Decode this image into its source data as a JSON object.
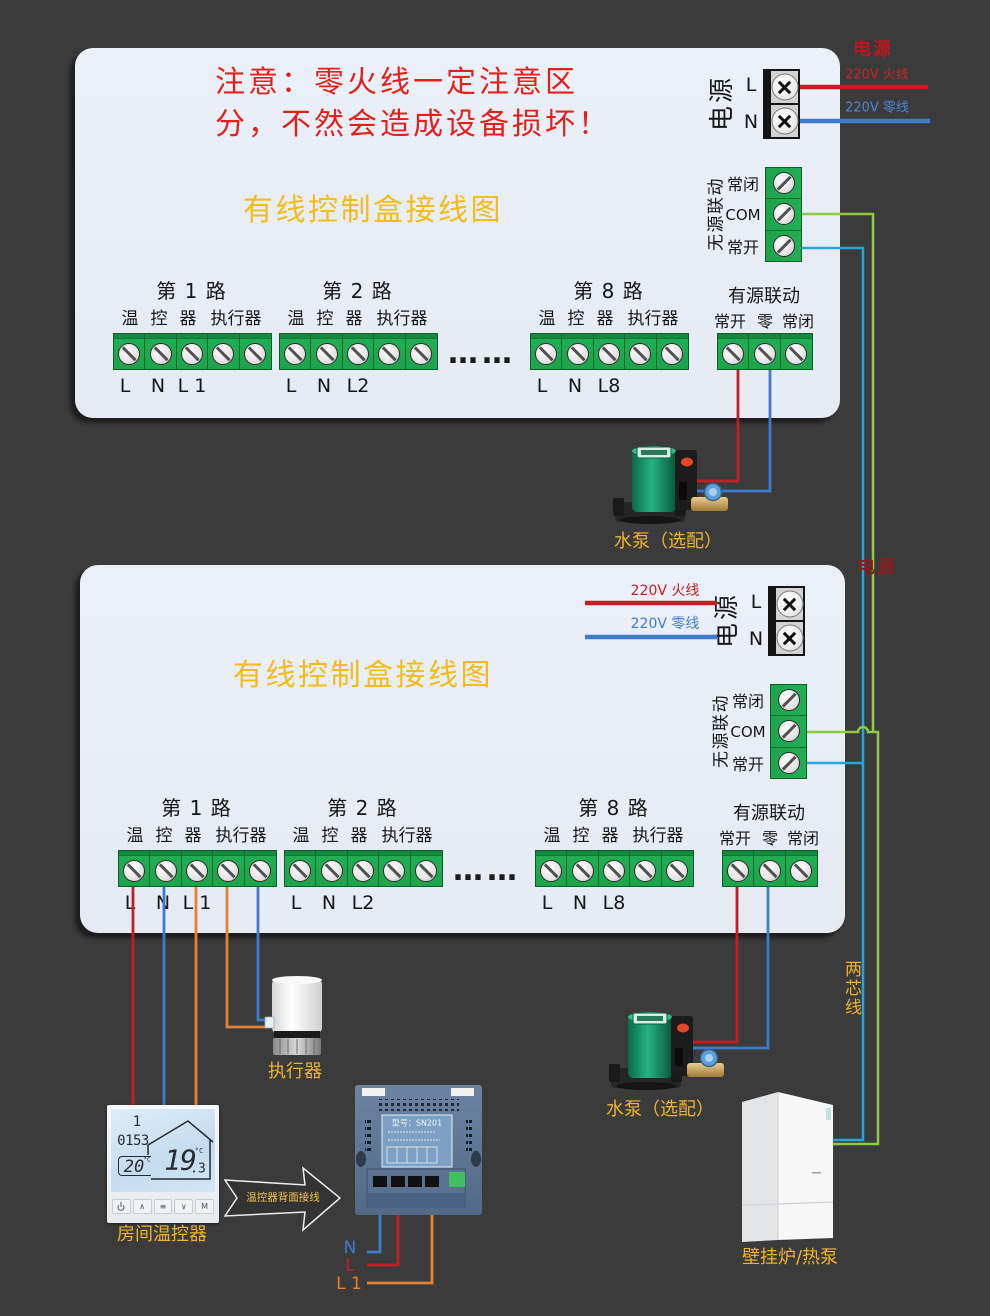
{
  "colors": {
    "background": "#3b3b3b",
    "panel_bg": "#e9eef6",
    "warning_text": "#e2211c",
    "title_text": "#f2bc1a",
    "label_text": "#efb32b",
    "terminal_green": "#1ea54d",
    "live": "#c41e24",
    "neutral": "#3f7bcc",
    "signal_no": "#22a6e2",
    "signal_com": "#8fca43",
    "switched": "#e5822f"
  },
  "warning": {
    "line1": "注意：零火线一定注意区",
    "line2": "分，不然会造成设备损坏！"
  },
  "mains": {
    "label": "电源",
    "live_label": "220V 火线",
    "neutral_label": "220V 零线",
    "secondary_label": "电源"
  },
  "panels": [
    {
      "title": "有线控制盒接线图",
      "power": {
        "label": "电源",
        "terminals": [
          "L",
          "N"
        ]
      },
      "passive_linkage": {
        "label": "无源联动",
        "terminals": [
          "常闭",
          "COM",
          "常开"
        ]
      },
      "zones": [
        {
          "title": "第 1 路",
          "thermostat_labels": [
            "温",
            "控",
            "器"
          ],
          "actuator_label": "执行器",
          "pins": [
            "L",
            "N",
            "L 1"
          ]
        },
        {
          "title": "第 2 路",
          "thermostat_labels": [
            "温",
            "控",
            "器"
          ],
          "actuator_label": "执行器",
          "pins": [
            "L",
            "N",
            "L2"
          ]
        },
        {
          "title": "第 8 路",
          "thermostat_labels": [
            "温",
            "控",
            "器"
          ],
          "actuator_label": "执行器",
          "pins": [
            "L",
            "N",
            "L8"
          ]
        }
      ],
      "ellipsis": "……",
      "active_linkage": {
        "label": "有源联动",
        "terminals": [
          "常开",
          "零",
          "常闭"
        ]
      }
    },
    {
      "title": "有线控制盒接线图",
      "power": {
        "label": "电源",
        "terminals": [
          "L",
          "N"
        ],
        "live_label": "220V 火线",
        "neutral_label": "220V 零线"
      },
      "passive_linkage": {
        "label": "无源联动",
        "terminals": [
          "常闭",
          "COM",
          "常开"
        ]
      },
      "zones": [
        {
          "title": "第 1 路",
          "thermostat_labels": [
            "温",
            "控",
            "器"
          ],
          "actuator_label": "执行器",
          "pins": [
            "L",
            "N",
            "L 1"
          ]
        },
        {
          "title": "第 2 路",
          "thermostat_labels": [
            "温",
            "控",
            "器"
          ],
          "actuator_label": "执行器",
          "pins": [
            "L",
            "N",
            "L2"
          ]
        },
        {
          "title": "第 8 路",
          "thermostat_labels": [
            "温",
            "控",
            "器"
          ],
          "actuator_label": "执行器",
          "pins": [
            "L",
            "N",
            "L8"
          ]
        }
      ],
      "ellipsis": "……",
      "active_linkage": {
        "label": "有源联动",
        "terminals": [
          "常开",
          "零",
          "常闭"
        ]
      }
    }
  ],
  "devices": {
    "pumps": [
      {
        "label": "水泵（选配）"
      },
      {
        "label": "水泵（选配）"
      }
    ],
    "actuator": {
      "label": "执行器"
    },
    "thermostat": {
      "label": "房间温控器",
      "screen": {
        "day": "1",
        "clock": "0153",
        "set_temp": "20",
        "set_unit": "°C",
        "room_temp": "19",
        "room_temp_decimal": ".3",
        "room_unit": "°C"
      },
      "buttons": [
        {
          "icon": "power-icon"
        },
        {
          "icon": "up-icon",
          "glyph": "∧"
        },
        {
          "icon": "menu-icon",
          "glyph": "≡"
        },
        {
          "icon": "down-icon",
          "glyph": "∨"
        },
        {
          "label": "M"
        }
      ]
    },
    "wiring_hint": {
      "label": "温控器背面接线"
    },
    "backplate": {
      "model": "型号：SN201",
      "wire_labels": [
        "N",
        "L",
        "L 1"
      ]
    },
    "cable": {
      "label": "两芯线"
    },
    "boiler": {
      "label": "壁挂炉/热泵"
    }
  }
}
